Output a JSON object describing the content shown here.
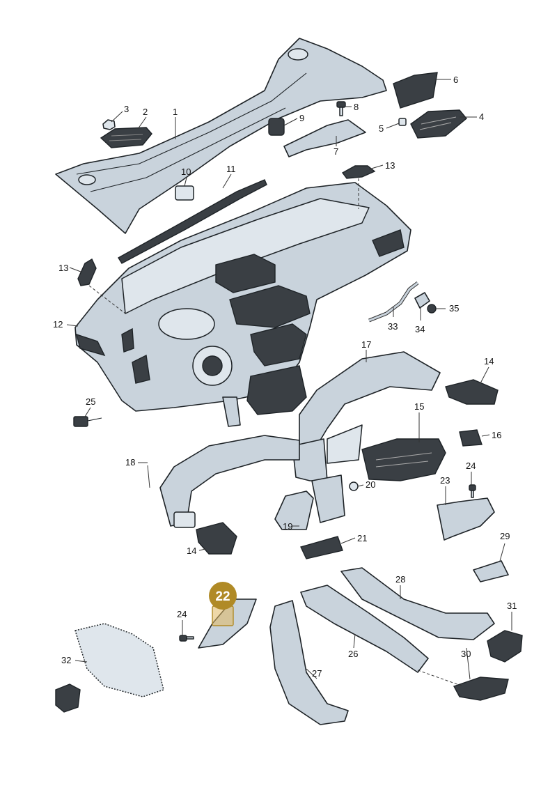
{
  "diagram": {
    "highlight": {
      "label": "22",
      "color": "#b08a26"
    },
    "callouts": [
      "1",
      "2",
      "3",
      "4",
      "5",
      "6",
      "7",
      "8",
      "9",
      "10",
      "11",
      "12",
      "13",
      "13",
      "14",
      "14",
      "15",
      "16",
      "17",
      "18",
      "19",
      "20",
      "21",
      "23",
      "24",
      "24",
      "25",
      "26",
      "27",
      "28",
      "29",
      "30",
      "31",
      "32",
      "33",
      "34",
      "35"
    ],
    "colors": {
      "part_fill": "#c9d3dc",
      "line": "#1e2327",
      "badge": "#b08a26"
    }
  }
}
